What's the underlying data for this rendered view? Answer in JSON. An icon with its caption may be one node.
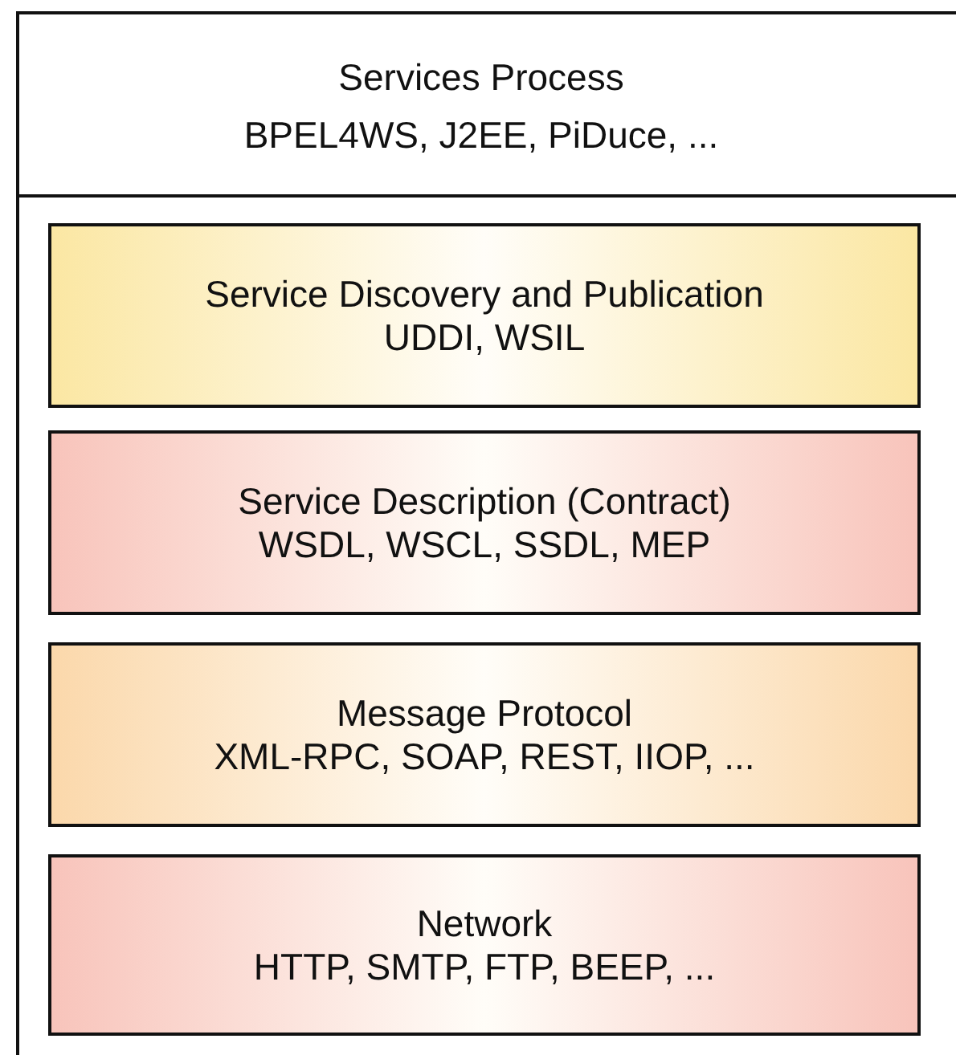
{
  "diagram": {
    "nodes": [
      {
        "text": [
          "Services Process",
          "BPEL4WS, J2EE, PiDuce, ..."
        ]
      },
      {
        "text": [
          "Service Discovery and Publication",
          "UDDI, WSIL"
        ],
        "in": 0
      },
      {
        "text": [
          "Service Description (Contract)",
          "WSDL, WSCL, SSDL, MEP"
        ],
        "in": 0
      },
      {
        "text": [
          "Message Protocol",
          "XML-RPC, SOAP, REST, IIOP, ..."
        ],
        "in": 0
      },
      {
        "text": [
          "Network",
          "HTTP, SMTP, FTP, BEEP, ..."
        ],
        "in": 0
      }
    ]
  }
}
